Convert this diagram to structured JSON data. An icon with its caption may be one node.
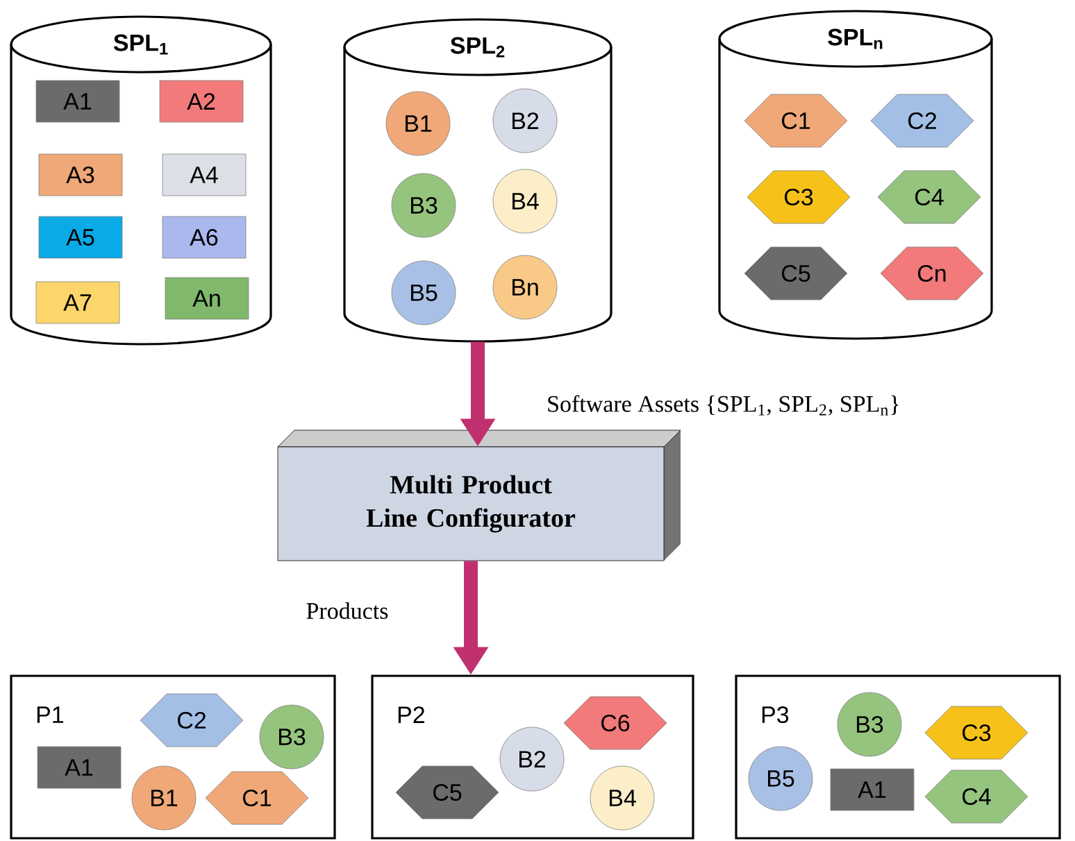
{
  "diagram": {
    "nodes": [
      {
        "text": [
          "SPL$_{1}$"
        ]
      },
      {
        "text": [
          "A1"
        ],
        "in": 0
      },
      {
        "text": [
          "A2"
        ],
        "in": 0
      },
      {
        "text": [
          "A3"
        ],
        "in": 0
      },
      {
        "text": [
          "A4"
        ],
        "in": 0
      },
      {
        "text": [
          "A5"
        ],
        "in": 0
      },
      {
        "text": [
          "A6"
        ],
        "in": 0
      },
      {
        "text": [
          "A7"
        ],
        "in": 0
      },
      {
        "text": [
          "An"
        ],
        "in": 0
      },
      {
        "text": [
          "SPL$_{2}$"
        ]
      },
      {
        "text": [
          "B1"
        ],
        "in": 9
      },
      {
        "text": [
          "B2"
        ],
        "in": 9
      },
      {
        "text": [
          "B3"
        ],
        "in": 9
      },
      {
        "text": [
          "B4"
        ],
        "in": 9
      },
      {
        "text": [
          "B5"
        ],
        "in": 9
      },
      {
        "text": [
          "Bn"
        ],
        "in": 9
      },
      {
        "text": [
          "SPL$_{n}$"
        ]
      },
      {
        "text": [
          "C1"
        ],
        "in": 16
      },
      {
        "text": [
          "C2"
        ],
        "in": 16
      },
      {
        "text": [
          "C3"
        ],
        "in": 16
      },
      {
        "text": [
          "C4"
        ],
        "in": 16
      },
      {
        "text": [
          "C5"
        ],
        "in": 16
      },
      {
        "text": [
          "Cn"
        ],
        "in": 16
      },
      {
        "text": [
          "Multi Product Line Configurator"
        ]
      },
      {
        "text": [
          "P1"
        ]
      },
      {
        "text": [
          "C2"
        ],
        "in": 24
      },
      {
        "text": [
          "B3"
        ],
        "in": 24
      },
      {
        "text": [
          "A1"
        ],
        "in": 24
      },
      {
        "text": [
          "B1"
        ],
        "in": 24
      },
      {
        "text": [
          "C1"
        ],
        "in": 24
      },
      {
        "text": [
          "P2"
        ]
      },
      {
        "text": [
          "C6"
        ],
        "in": 30
      },
      {
        "text": [
          "B2"
        ],
        "in": 30
      },
      {
        "text": [
          "C5"
        ],
        "in": 30
      },
      {
        "text": [
          "B4"
        ],
        "in": 30
      },
      {
        "text": [
          "P3"
        ]
      },
      {
        "text": [
          "B3"
        ],
        "in": 35
      },
      {
        "text": [
          "C3"
        ],
        "in": 35
      },
      {
        "text": [
          "B5"
        ],
        "in": 35
      },
      {
        "text": [
          "A1"
        ],
        "in": 35
      },
      {
        "text": [
          "C4"
        ],
        "in": 35
      }
    ],
    "edges": [
      {
        "from": 9,
        "to": 23,
        "arrow": "to",
        "label": "Software Assets {SPL$_{1}$, SPL$_{2}$, SPL$_{n}$}"
      },
      {
        "from": 23,
        "to": 30,
        "arrow": "to",
        "label": "Products"
      }
    ]
  }
}
